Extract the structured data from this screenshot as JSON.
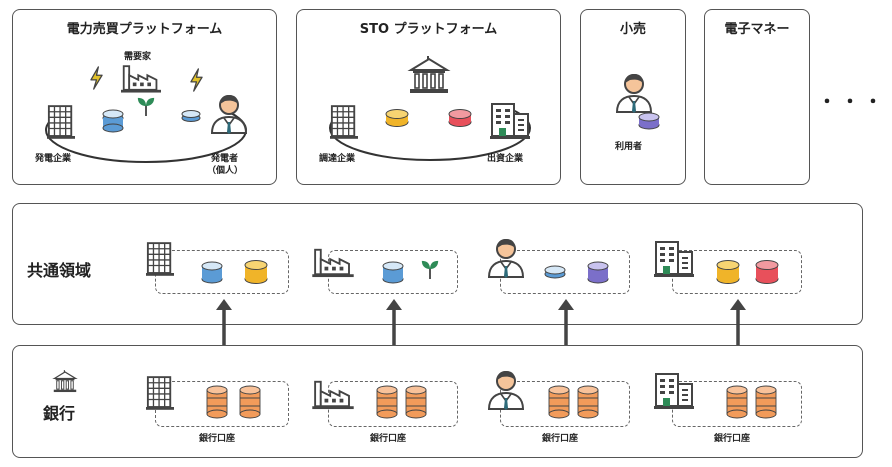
{
  "panels": {
    "power_trading": {
      "title": "電力売買プラットフォーム",
      "consumer": "需要家",
      "power_company": "発電企業",
      "individual_line1": "発電者",
      "individual_line2": "（個人）"
    },
    "sto": {
      "title": "STO プラットフォーム",
      "procurement": "調達企業",
      "investor": "出資企業"
    },
    "retail": {
      "title": "小売",
      "user": "利用者"
    },
    "emoney": {
      "title": "電子マネー"
    },
    "more": "・・・"
  },
  "common_area": {
    "label": "共通領域"
  },
  "bank": {
    "label": "銀行",
    "accounts": [
      "銀行口座",
      "銀行口座",
      "銀行口座",
      "銀行口座"
    ]
  },
  "colors": {
    "border": "#555555",
    "coin_blue": "#5b9bd5",
    "coin_gold": "#f0b429",
    "coin_red": "#e8505b",
    "coin_purple": "#7b6fc9",
    "coin_orange": "#f29b5a",
    "leaf": "#2e8b57",
    "bolt": "#e2c22a",
    "person_skin": "#f5c49a"
  }
}
